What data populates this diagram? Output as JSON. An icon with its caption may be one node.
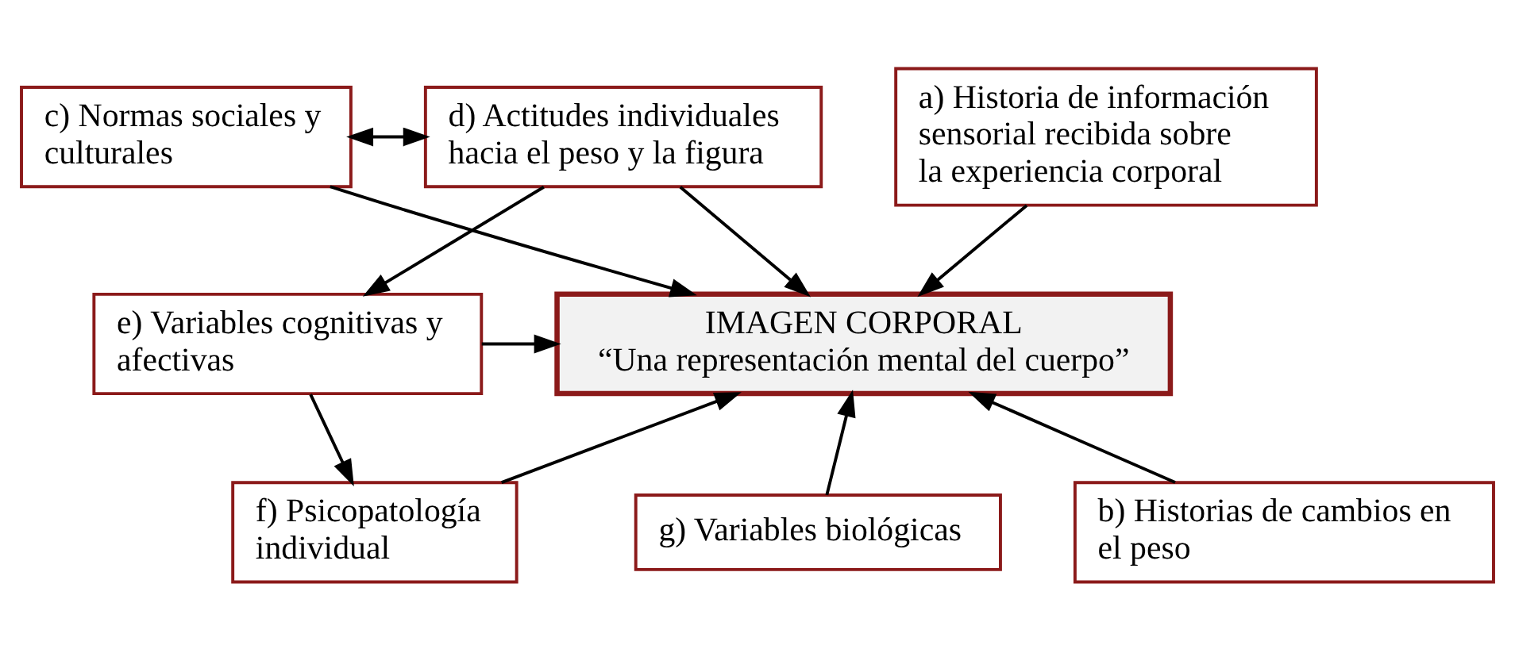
{
  "diagram": {
    "nodes": [
      {
        "text": [
          "a) Historia de información sensorial recibida sobre la experiencia corporal"
        ]
      },
      {
        "text": [
          "c) Normas sociales y culturales"
        ]
      },
      {
        "text": [
          "d) Actitudes individuales hacia el peso y la figura"
        ]
      },
      {
        "text": [
          "IMAGEN CORPORAL",
          "“Una representación mental del cuerpo”"
        ]
      },
      {
        "text": [
          "e) Variables cognitivas y afectivas"
        ]
      },
      {
        "text": [
          "b) Historias de cambios en el peso"
        ]
      },
      {
        "text": [
          "g) Variables biológicas"
        ]
      },
      {
        "text": [
          "f) Psicopatología individual"
        ]
      }
    ],
    "edges": [
      {
        "from": 0,
        "to": 3,
        "arrow": "to"
      },
      {
        "from": 1,
        "to": 3,
        "arrow": "to"
      },
      {
        "from": 1,
        "to": 2,
        "arrow": "both"
      },
      {
        "from": 2,
        "to": 3,
        "arrow": "to"
      },
      {
        "from": 2,
        "to": 4,
        "arrow": "to"
      },
      {
        "from": 4,
        "to": 3,
        "arrow": "to"
      },
      {
        "from": 4,
        "to": 7,
        "arrow": "to"
      },
      {
        "from": 5,
        "to": 3,
        "arrow": "to"
      },
      {
        "from": 6,
        "to": 3,
        "arrow": "to"
      },
      {
        "from": 7,
        "to": 3,
        "arrow": "to"
      }
    ]
  }
}
